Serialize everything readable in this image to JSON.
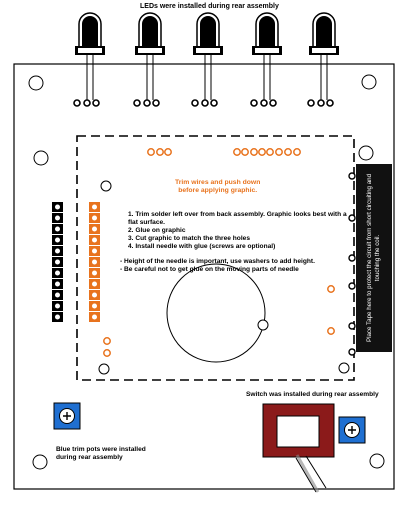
{
  "labels": {
    "leds_title": "LEDs were installed during rear assembly",
    "trim_wires_line1": "Trim wires and push down",
    "trim_wires_line2": "before applying graphic.",
    "switch_note": "Switch was installed during rear assembly",
    "pots_note_line1": "Blue trim pots were installed",
    "pots_note_line2": "during rear assembly",
    "tape_note": "Place Tape here to protect the circuit from short circuiting and touching the coil."
  },
  "steps": [
    "1. Trim solder left over from back assembly.  Graphic looks best with a flat surface.",
    "2. Glue on graphic",
    "3. Cut graphic to match the three holes",
    "4. Install needle with glue (screws are optional)"
  ],
  "notes": [
    "- Height of the needle is important, use washers to add height.",
    "- Be careful not to get glue on the moving parts of needle"
  ],
  "colors": {
    "orange_pads": "#e8731e",
    "trim_pot_blue": "#1f6fd1",
    "switch_red": "#8b1a1a",
    "tape": "#111111"
  },
  "icons": {
    "trim_pot": "trim-pot-icon",
    "switch": "toggle-switch-icon",
    "led": "led-icon"
  }
}
